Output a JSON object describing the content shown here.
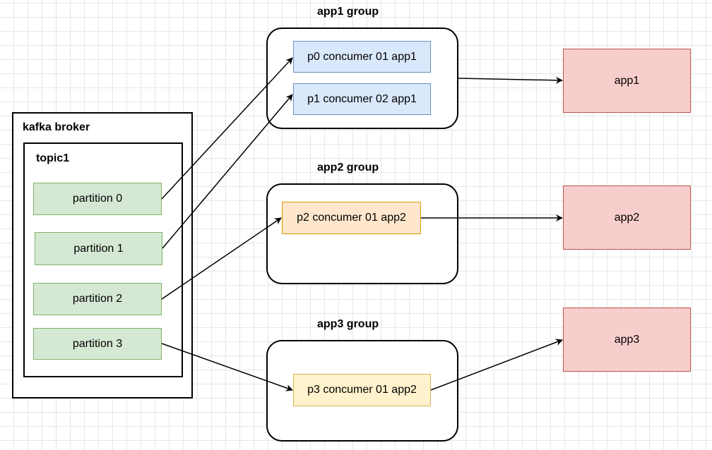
{
  "broker": {
    "title": "kafka broker",
    "topic": {
      "title": "topic1",
      "partitions": [
        "partition 0",
        "partition 1",
        "partition 2",
        "partition 3"
      ]
    }
  },
  "groups": [
    {
      "title": "app1 group",
      "consumers": [
        "p0 concumer 01 app1",
        "p1 concumer 02 app1"
      ]
    },
    {
      "title": "app2 group",
      "consumers": [
        "p2 concumer 01 app2"
      ]
    },
    {
      "title": "app3 group",
      "consumers": [
        "p3 concumer 01 app2"
      ]
    }
  ],
  "apps": [
    "app1",
    "app2",
    "app3"
  ],
  "colors": {
    "partition_fill": "#d5e8d4",
    "partition_stroke": "#82b366",
    "consumer_blue": "#dae8fc",
    "consumer_orange": "#ffe6cc",
    "consumer_yellow": "#fff2cc",
    "app_fill": "#f8cecc",
    "app_stroke": "#b85450"
  }
}
